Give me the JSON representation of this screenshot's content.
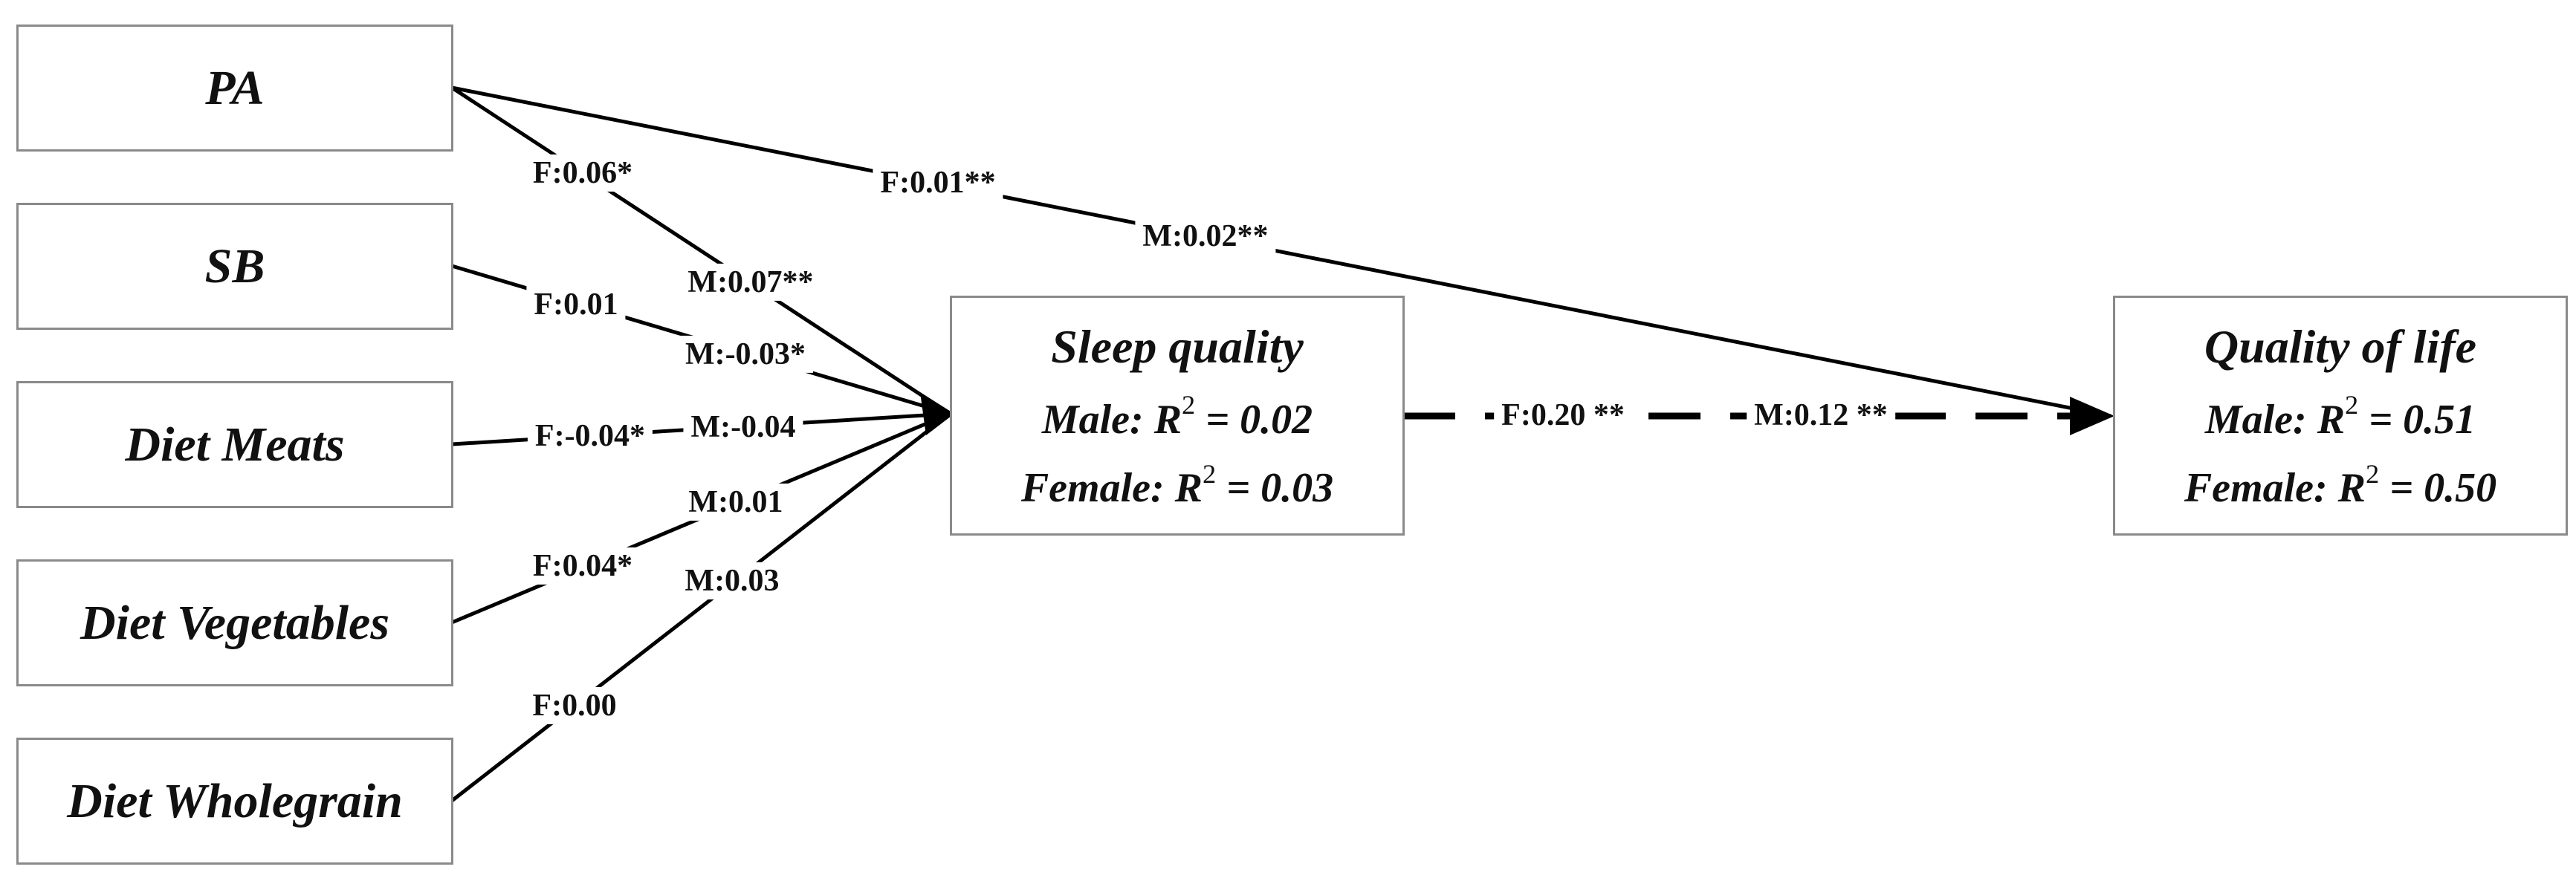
{
  "predictors": [
    {
      "id": "pa",
      "label": "PA"
    },
    {
      "id": "sb",
      "label": "SB"
    },
    {
      "id": "meats",
      "label": "Diet Meats"
    },
    {
      "id": "veg",
      "label": "Diet Vegetables"
    },
    {
      "id": "wholegrain",
      "label": "Diet Wholegrain"
    }
  ],
  "mediator": {
    "title": "Sleep quality",
    "male_label": "Male",
    "male_r2": "R",
    "male_r2_sup": "2",
    "male_r2_value": " = 0.02",
    "female_label": "Female",
    "female_r2": "R",
    "female_r2_sup": "2",
    "female_r2_value": " = 0.03"
  },
  "outcome": {
    "title": "Quality of life",
    "male_label": "Male",
    "male_r2": "R",
    "male_r2_sup": "2",
    "male_r2_value": " = 0.51",
    "female_label": "Female",
    "female_r2": "R",
    "female_r2_sup": "2",
    "female_r2_value": " = 0.50"
  },
  "paths": {
    "pa_sleep": {
      "f": "F:0.06*",
      "m": "M:0.07**"
    },
    "pa_qol": {
      "f": "F:0.01**",
      "m": "M:0.02**"
    },
    "sb_sleep": {
      "f": "F:0.01",
      "m": "M:-0.03*"
    },
    "meats_sleep": {
      "f": "F:-0.04*",
      "m": "M:-0.04"
    },
    "veg_sleep": {
      "f": "F:0.04*",
      "m": "M:0.01"
    },
    "wholegrain_sleep": {
      "f": "F:0.00",
      "m": "M:0.03"
    },
    "sleep_qol": {
      "f": "F:0.20 **",
      "m": "M:0.12 **"
    }
  }
}
